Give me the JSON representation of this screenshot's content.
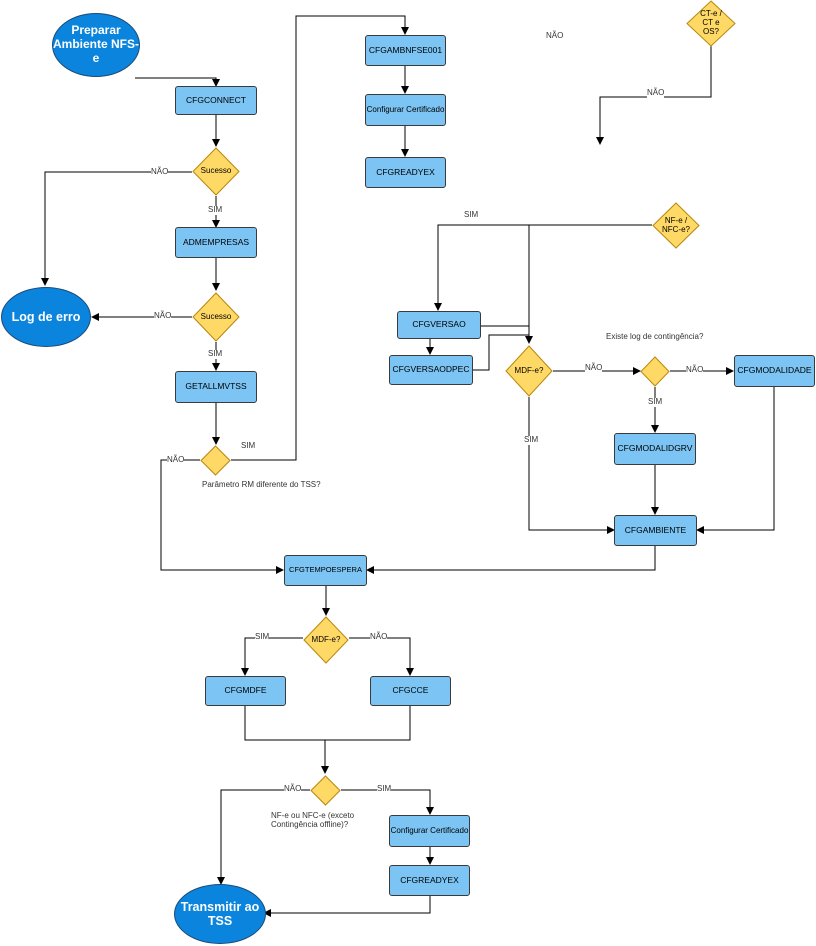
{
  "nodes": {
    "start": "Preparar Ambiente NFS-e",
    "cfgconnect": "CFGCONNECT",
    "sucesso1": "Sucesso",
    "admempresas": "ADMEMPRESAS",
    "sucesso2": "Sucesso",
    "log_erro": "Log de erro",
    "getallmvtss": "GETALLMVTSS",
    "param_rm": "Parâmetro RM diferente do TSS?",
    "cfgambnfse": "CFGAMBNFSE001",
    "config_cert_top": "Configurar Certificado",
    "cfgreadyex_top": "CFGREADYEX",
    "cte": "CT-e / CT e OS?",
    "nfe": "NF-e / NFC-e?",
    "cfgversao": "CFGVERSAO",
    "cfgversaodpec": "CFGVERSAODPEC",
    "mdfe_top": "MDF-e?",
    "contingencia_q": "Existe log de contingência?",
    "cfgmodalidade": "CFGMODALIDADE",
    "cfgmodalidgrv": "CFGMODALIDGRV",
    "cfgambiente": "CFGAMBIENTE",
    "cfgtempoespera": "CFGTEMPOESPERA",
    "mdfe_bottom": "MDF-e?",
    "cfgmdfe": "CFGMDFE",
    "cfgcce": "CFGCCE",
    "nfe_bottom_q": "NF-e ou NFC-e (exceto Contingência offline)?",
    "config_cert_bottom": "Configurar Certificado",
    "cfgreadyex_bottom": "CFGREADYEX",
    "transmitir": "Transmitir ao TSS"
  },
  "edge_labels": {
    "nao_sucesso1": "NÃO",
    "sim_sucesso1": "SIM",
    "nao_sucesso2": "NÃO",
    "sim_sucesso2": "SIM",
    "sim_param": "SIM",
    "nao_param": "NÃO",
    "nao_top": "NÃO",
    "nao_cte": "NÃO",
    "sim_nfe": "SIM",
    "nao_mdfe_top": "NÃO",
    "sim_mdfe_top": "SIM",
    "nao_contingencia": "NÃO",
    "sim_contingencia": "SIM",
    "sim_mdfe_bottom": "SIM",
    "nao_mdfe_bottom": "NÃO",
    "nao_nfe_bottom": "NÃO",
    "sim_nfe_bottom": "SIM"
  },
  "colors": {
    "process_fill": "#7cc4f3",
    "decision_fill": "#ffd966",
    "terminal_fill": "#0a84dc",
    "line": "#000000"
  }
}
